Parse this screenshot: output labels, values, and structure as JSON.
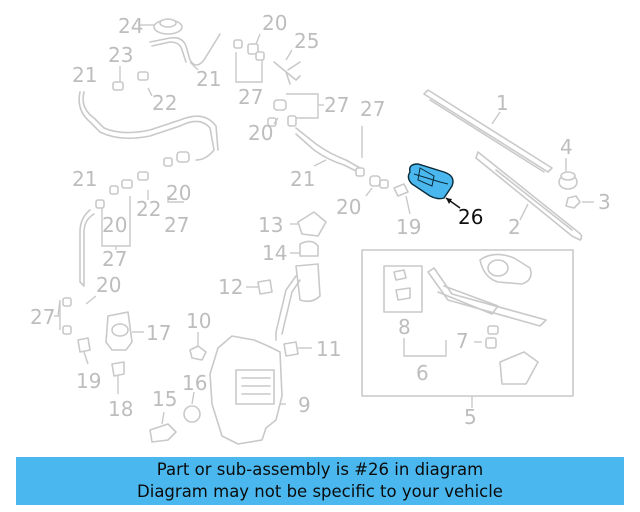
{
  "labels": {
    "n1": "1",
    "n2": "2",
    "n3": "3",
    "n4": "4",
    "n5": "5",
    "n6": "6",
    "n7": "7",
    "n8": "8",
    "n9": "9",
    "n10": "10",
    "n11": "11",
    "n12": "12",
    "n13": "13",
    "n14": "14",
    "n15": "15",
    "n16": "16",
    "n17": "17",
    "n18": "18",
    "n19": "19",
    "n20": "20",
    "n21": "21",
    "n22": "22",
    "n23": "23",
    "n24": "24",
    "n25": "25",
    "n26": "26",
    "n27": "27"
  },
  "highlight": {
    "part_number": "26",
    "color": "#4ab8ef"
  },
  "colors": {
    "part_line": "#c9c9c9",
    "label_gray": "#bdbdbd",
    "banner_bg": "#4ab8ef"
  },
  "banner": {
    "line1": "Part or sub-assembly is #26 in diagram",
    "line2": "Diagram may not be specific to your vehicle"
  }
}
